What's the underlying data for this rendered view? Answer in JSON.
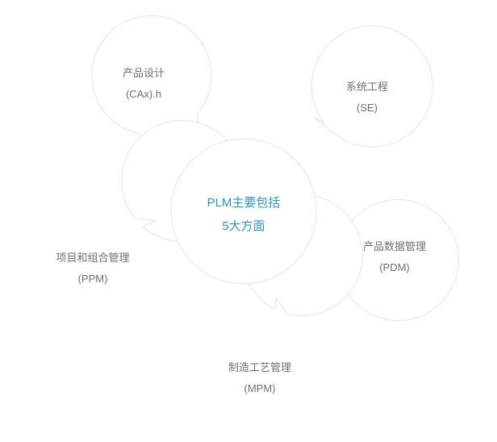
{
  "center": {
    "line1": "PLM主要包括",
    "line2": "5大方面"
  },
  "bubbles": {
    "cax": {
      "line1": "产品设计",
      "line2": "(CAx).h"
    },
    "se": {
      "line1": "系统工程",
      "line2": "(SE)"
    },
    "pdm": {
      "line1": "产品数据管理",
      "line2": "(PDM)"
    },
    "mpm": {
      "line1": "制造工艺管理",
      "line2": "(MPM)"
    },
    "ppm": {
      "line1": "项目和组合管理",
      "line2": "(PPM)"
    }
  },
  "colors": {
    "accent": "#2a96c9",
    "text": "#6f6f6f",
    "border": "#e3e3e3"
  }
}
